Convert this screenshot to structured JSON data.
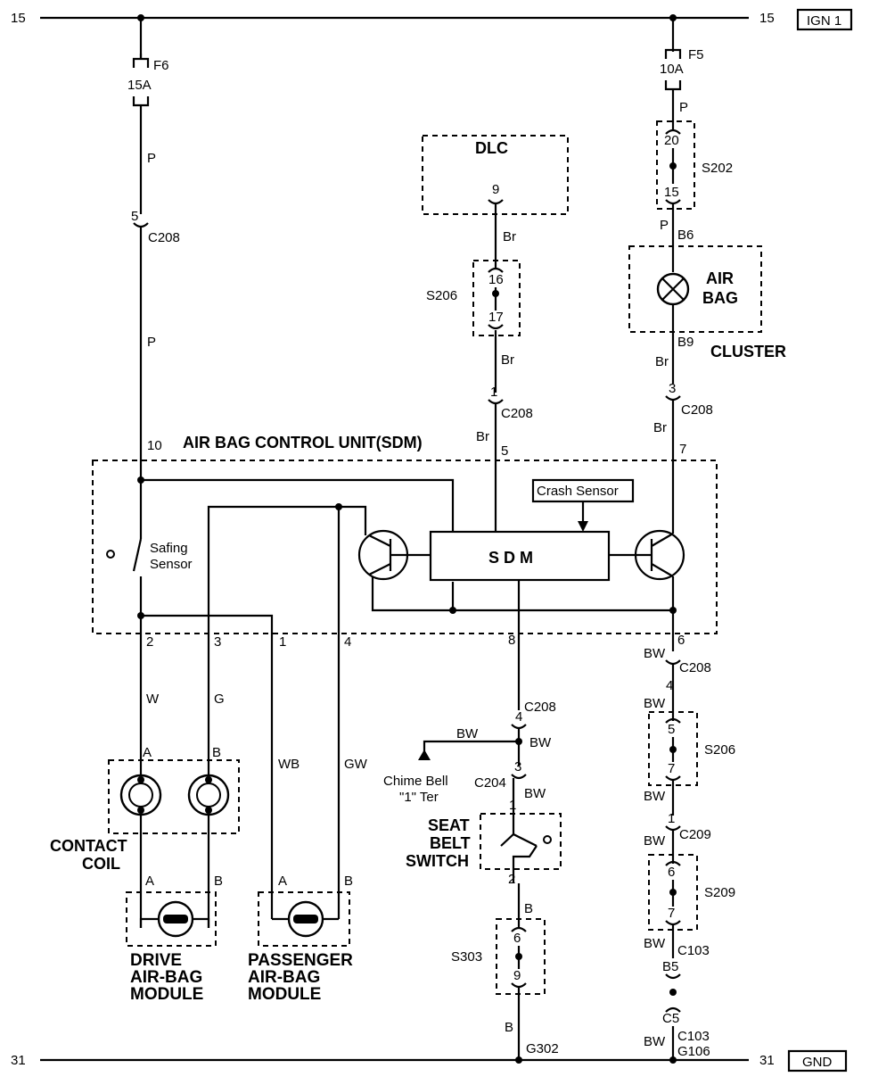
{
  "rails": {
    "top_left_num": "15",
    "top_right_num": "15",
    "top_tag": "IGN 1",
    "bottom_left_num": "31",
    "bottom_right_num": "31",
    "bottom_tag": "GND"
  },
  "fuses": {
    "f6_name": "F6",
    "f6_rating": "15A",
    "f5_name": "F5",
    "f5_rating": "10A"
  },
  "modules": {
    "dlc": "DLC",
    "airbag_lamp_line1": "AIR",
    "airbag_lamp_line2": "BAG",
    "cluster": "CLUSTER",
    "sdm_title": "AIR BAG CONTROL UNIT(SDM)",
    "sdm_core": "S  D  M",
    "crash_sensor": "Crash Sensor",
    "safing_line1": "Safing",
    "safing_line2": "Sensor",
    "contact_coil_line1": "CONTACT",
    "contact_coil_line2": "COIL",
    "drive_line1": "DRIVE",
    "drive_line2": "AIR-BAG",
    "drive_line3": "MODULE",
    "pass_line1": "PASSENGER",
    "pass_line2": "AIR-BAG",
    "pass_line3": "MODULE",
    "seat_line1": "SEAT",
    "seat_line2": "BELT",
    "seat_line3": "SWITCH",
    "chime_line1": "Chime Bell",
    "chime_line2": "\"1\" Ter"
  },
  "connectors": {
    "c208": "C208",
    "c204": "C204",
    "c209": "C209",
    "c103": "C103",
    "s202": "S202",
    "s206": "S206",
    "s209": "S209",
    "s303": "S303",
    "g302": "G302",
    "g106": "G106"
  },
  "pins": {
    "p5": "5",
    "p10": "10",
    "p2": "2",
    "p3": "3",
    "p1": "1",
    "p4": "4",
    "p9": "9",
    "p16": "16",
    "p17": "17",
    "p7": "7",
    "p8": "8",
    "p6": "6",
    "p20": "20",
    "p15": "15",
    "b6": "B6",
    "b9": "B9",
    "b5": "B5",
    "c5": "C5",
    "a": "A",
    "b": "B"
  },
  "wires": {
    "p": "P",
    "br": "Br",
    "w": "W",
    "g": "G",
    "wb": "WB",
    "gw": "GW",
    "bw": "BW",
    "b": "B"
  }
}
